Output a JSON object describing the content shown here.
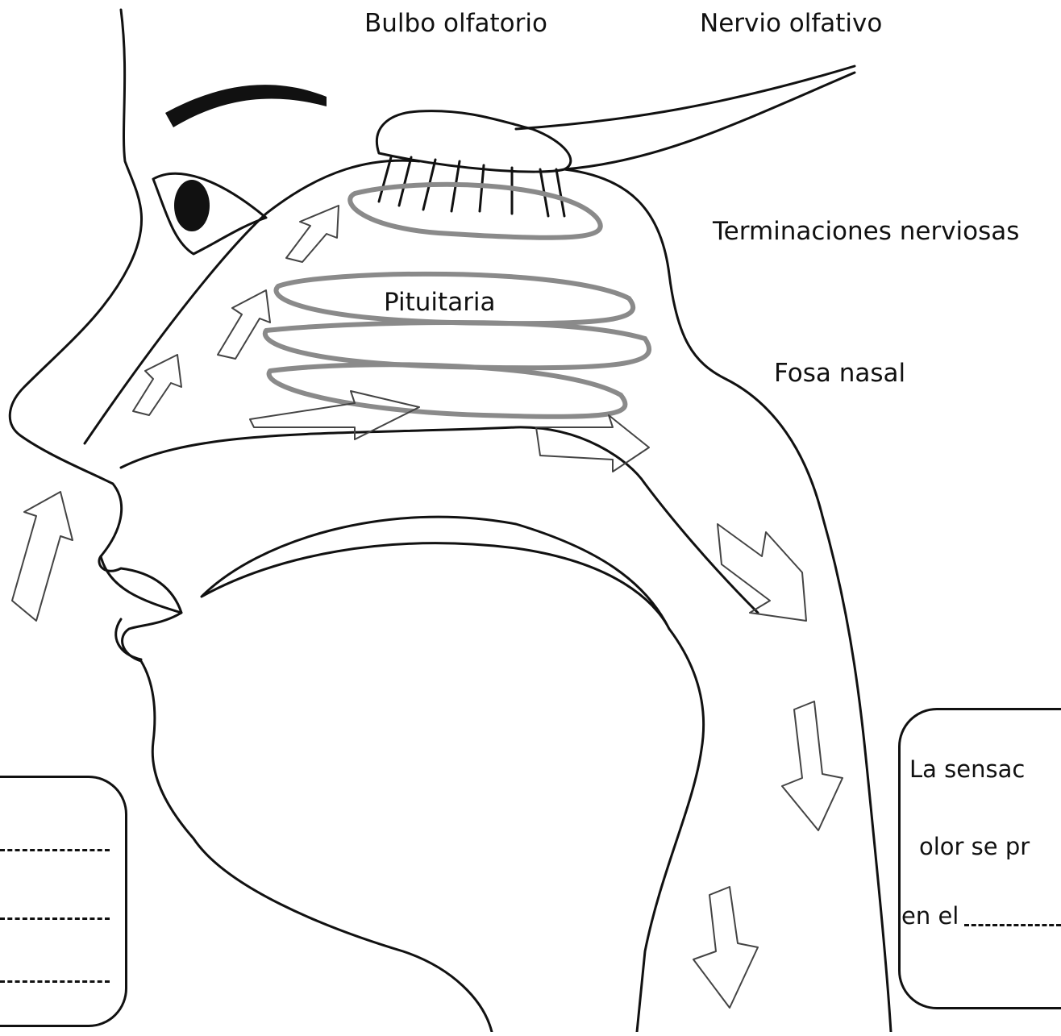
{
  "labels": {
    "olfactory_bulb": "Bulbo olfatorio",
    "olfactory_nerve": "Nervio olfativo",
    "nerve_endings": "Terminaciones nerviosas",
    "pituitary": "Pituitaria",
    "nasal_cavity": "Fosa nasal"
  },
  "note_box": {
    "line1": "La sensac",
    "line2": "olor se pr",
    "line3_prefix": "en el"
  },
  "colors": {
    "ink": "#111111",
    "turbinate": "#8a8a8a"
  }
}
